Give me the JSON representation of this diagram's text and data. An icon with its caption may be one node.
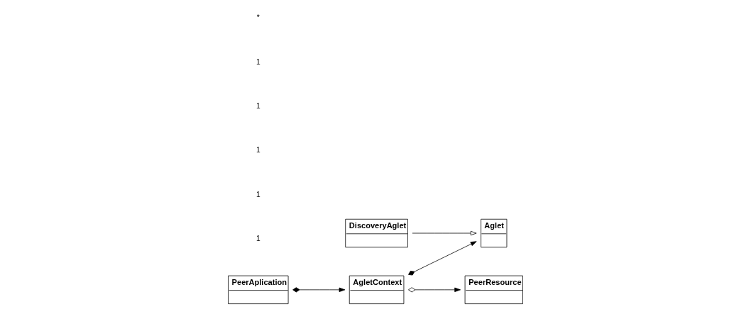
{
  "diagram": {
    "nodes": [
      {
        "text": [
          "PeerResource"
        ]
      },
      {
        "text": [
          "PeerAplication"
        ]
      },
      {
        "text": [
          "AgletContext"
        ]
      },
      {
        "text": [
          "Aglet"
        ]
      },
      {
        "text": [
          "DiscoveryAglet"
        ]
      }
    ],
    "edges": [
      {
        "from": 1,
        "to": 2,
        "arrow": "to"
      },
      {
        "from": 2,
        "to": 0,
        "arrow": "to"
      },
      {
        "from": 2,
        "to": 3,
        "arrow": "to"
      },
      {
        "from": 4,
        "to": 3,
        "arrow": "to"
      }
    ],
    "labels": [
      "1",
      "1",
      "1",
      "1",
      "1",
      "*"
    ]
  }
}
